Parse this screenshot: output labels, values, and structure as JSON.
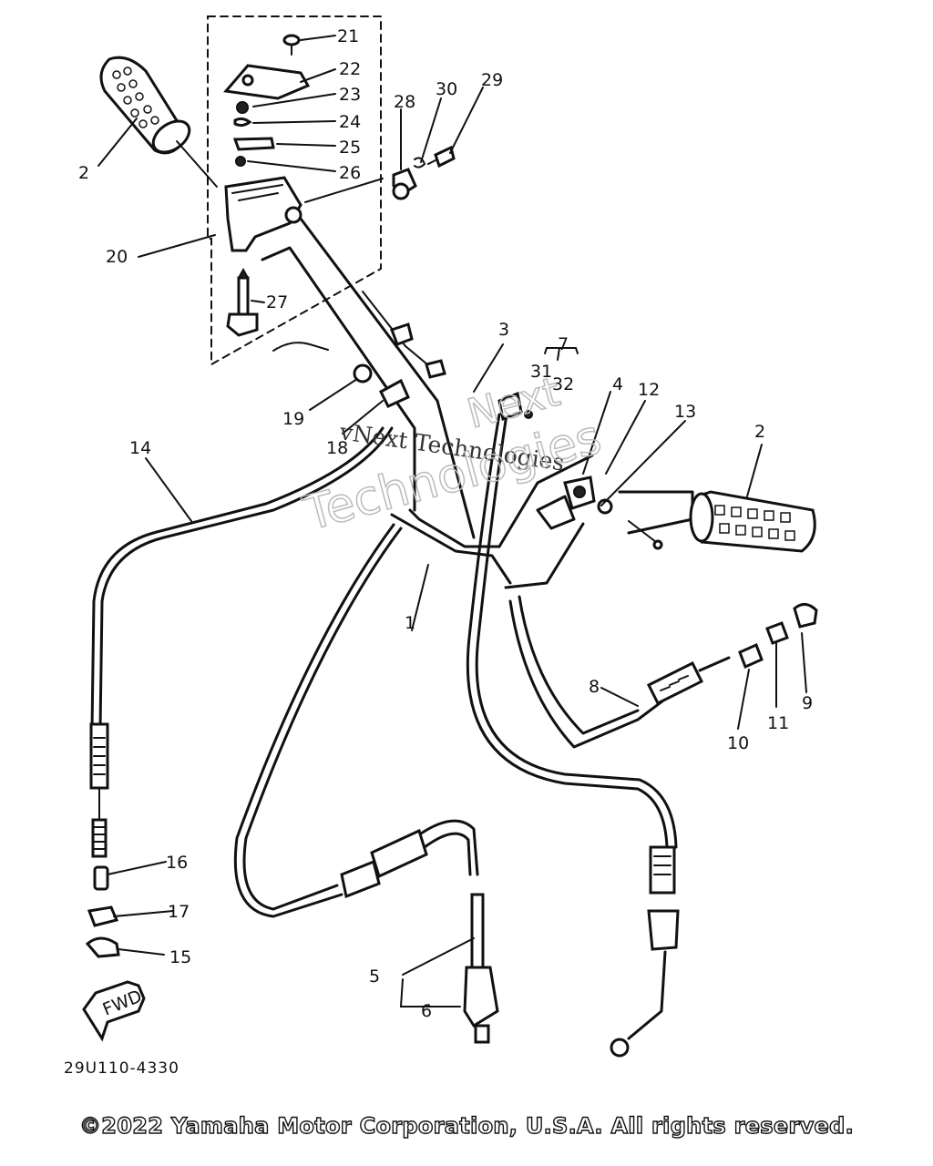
{
  "part_numbers": [
    "1",
    "2",
    "2",
    "3",
    "4",
    "5",
    "6",
    "7",
    "8",
    "9",
    "10",
    "11",
    "12",
    "13",
    "14",
    "15",
    "16",
    "17",
    "18",
    "19",
    "20",
    "21",
    "22",
    "23",
    "24",
    "25",
    "26",
    "27",
    "28",
    "29",
    "30",
    "31",
    "32"
  ],
  "drawing_code": "29U110-4330",
  "fwd_label": "FWD",
  "watermark": {
    "line1": "vNext Technologies",
    "line2": "Next",
    "line3": "Technologies"
  },
  "copyright": "©2022 Yamaha Motor Corporation, U.S.A. All rights reserved."
}
